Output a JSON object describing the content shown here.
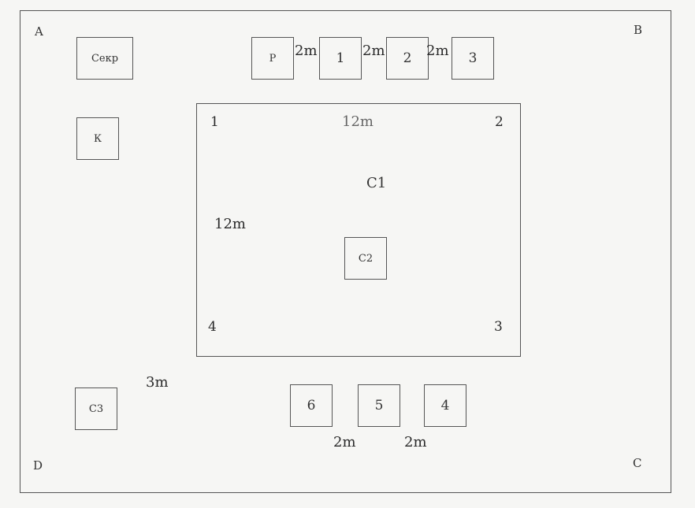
{
  "corners": {
    "a": "A",
    "b": "B",
    "c": "C",
    "d": "D"
  },
  "desks": {
    "secretary": "Секр",
    "k": "К",
    "c3": "С3",
    "r": "Р",
    "top": [
      "1",
      "2",
      "3"
    ],
    "bottom": [
      "6",
      "5",
      "4"
    ]
  },
  "distances": {
    "top_gap_1": "2m",
    "top_gap_2": "2m",
    "top_gap_3": "2m",
    "bottom_gap_1": "2m",
    "bottom_gap_2": "2m",
    "side_offset": "3m",
    "court_width": "12m",
    "court_height": "12m"
  },
  "court": {
    "corners": [
      "1",
      "2",
      "3",
      "4"
    ],
    "label": "С1",
    "center_label": "С2"
  }
}
